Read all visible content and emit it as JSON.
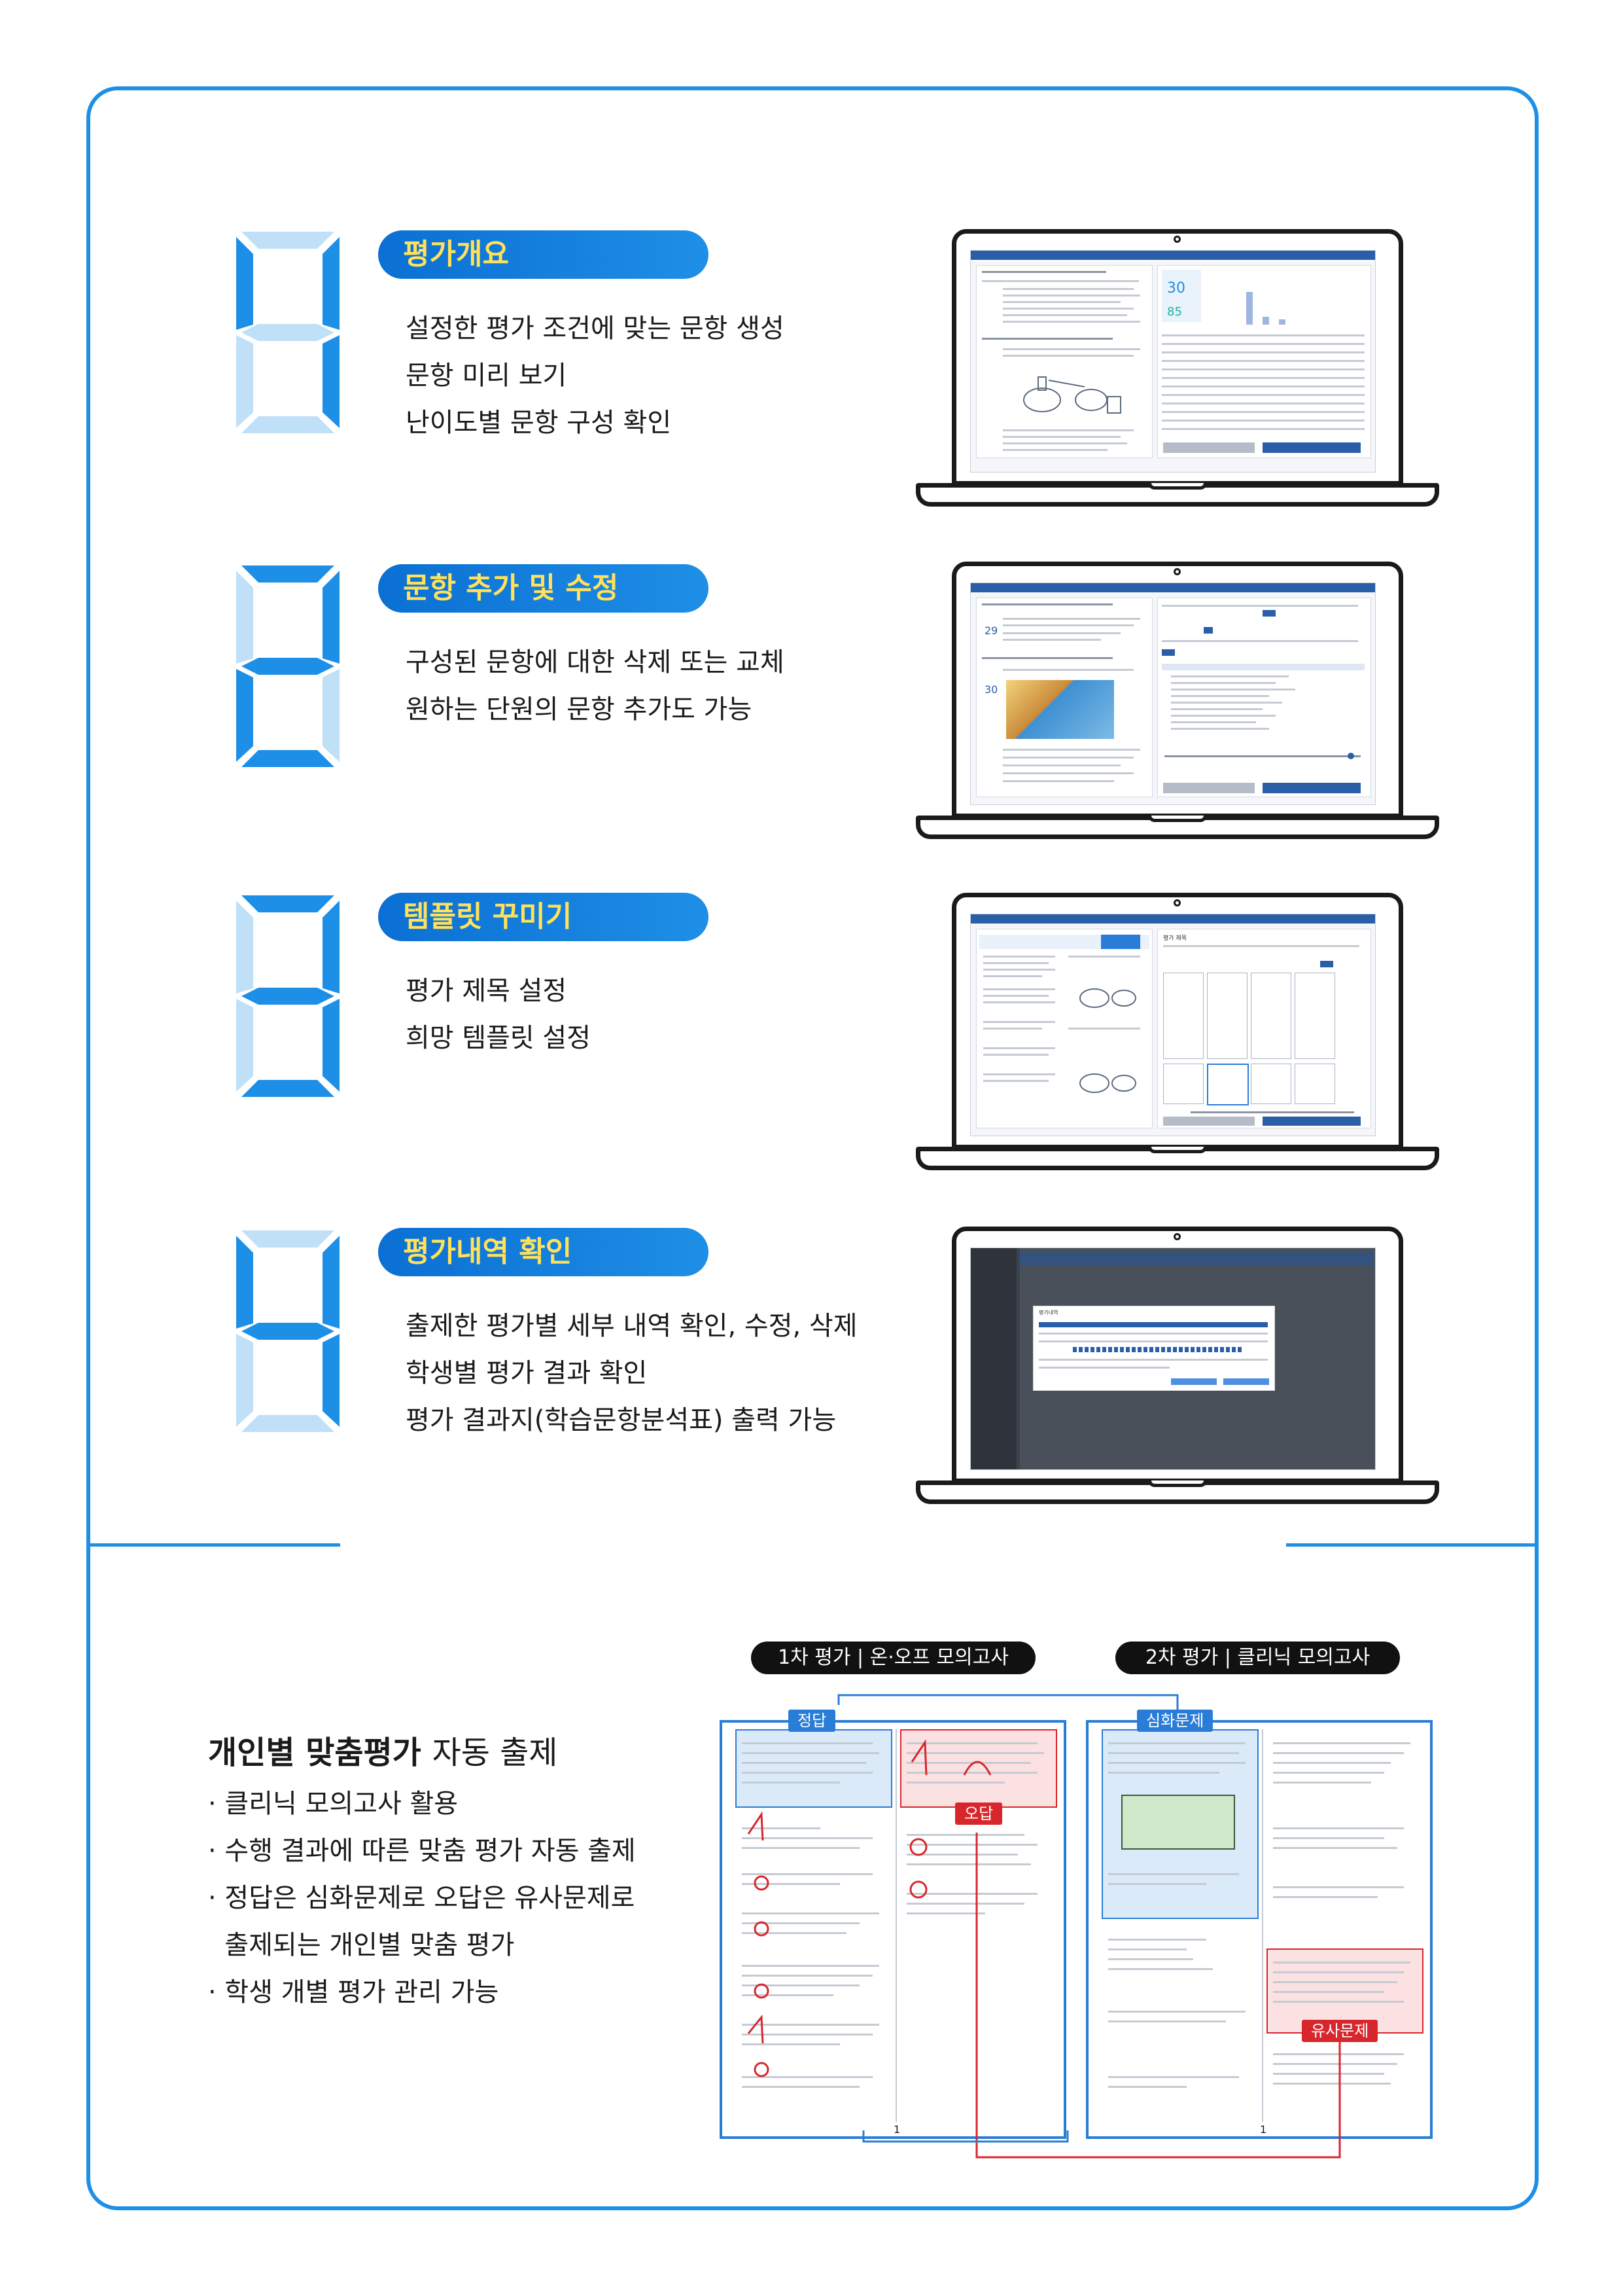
{
  "sections": [
    {
      "title": "평가개요",
      "lines": [
        "설정한 평가 조건에 맞는 문항 생성",
        "문항 미리 보기",
        "난이도별 문항 구성 확인"
      ]
    },
    {
      "title": "문항 추가 및 수정",
      "lines": [
        "구성된 문항에 대한 삭제 또는 교체",
        "원하는 단원의 문항 추가도 가능"
      ]
    },
    {
      "title": "템플릿 꾸미기",
      "lines": [
        "평가 제목 설정",
        "희망 템플릿 설정"
      ]
    },
    {
      "title": "평가내역 확인",
      "lines": [
        "출제한 평가별 세부 내역 확인, 수정, 삭제",
        "학생별 평가 결과 확인",
        "평가 결과지(학습문항분석표) 출력 가능"
      ]
    }
  ],
  "screens": {
    "s1": {
      "score_big": "30",
      "score_sub": "85"
    },
    "s2": {
      "num_a": "29",
      "num_b": "30"
    },
    "s3": {
      "title": "평가 제목"
    },
    "s4": {
      "title": "평가내역"
    }
  },
  "personalized": {
    "title_bold": "개인별 맞춤평가",
    "title_rest": "자동 출제",
    "bullets": [
      "· 클리닉 모의고사 활용",
      "· 수행 결과에 따른 맞춤 평가 자동 출제",
      "· 정답은 심화문제로 오답은 유사문제로",
      "  출제되는 개인별 맞춤 평가",
      "· 학생 개별 평가 관리 가능"
    ]
  },
  "exams": {
    "first_header": "1차 평가 | 온·오프 모의고사",
    "second_header": "2차 평가 | 클리닉 모의고사",
    "tag_correct": "정답",
    "tag_wrong": "오답",
    "tag_advanced": "심화문제",
    "tag_similar": "유사문제",
    "page_number": "1"
  },
  "colors": {
    "accent": "#1e8fe6",
    "pill_text": "#ffe15a",
    "mark_red": "#d8262d"
  }
}
